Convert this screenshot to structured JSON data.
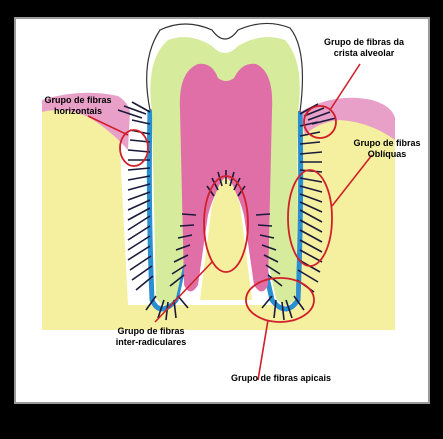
{
  "labels": {
    "crista_line1": "Grupo de fibras da",
    "crista_line2": "crista alveolar",
    "horizontais_line1": "Grupo de fibras",
    "horizontais_line2": "horizontais",
    "obliquas_line1": "Grupo de fibras",
    "obliquas_line2": "Oblíquas",
    "inter_line1": "Grupo de fibras",
    "inter_line2": "inter-radiculares",
    "apicais": "Grupo de fibras apicais"
  },
  "colors": {
    "background": "#000000",
    "panel": "#ffffff",
    "bone": "#f5f0a0",
    "gingiva": "#e8a0c8",
    "enamel": "#ffffff",
    "dentin": "#d6ec9c",
    "pulp": "#e06fa8",
    "ligament": "#2a8fd0",
    "fibers": "#1a1a3a",
    "highlight": "#d0202a"
  }
}
